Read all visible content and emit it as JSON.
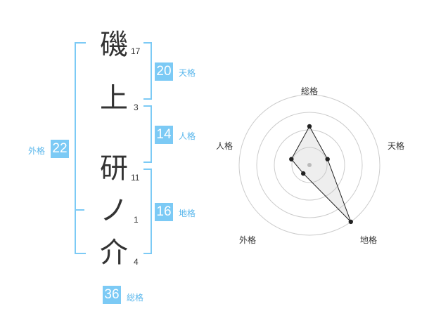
{
  "name": {
    "chars": [
      {
        "char": "磯",
        "strokes": "17"
      },
      {
        "char": "上",
        "strokes": "3"
      },
      {
        "char": "研",
        "strokes": "11"
      },
      {
        "char": "ノ",
        "strokes": "1"
      },
      {
        "char": "介",
        "strokes": "4"
      }
    ]
  },
  "fortune": {
    "tenkaku": {
      "value": "20",
      "label": "天格"
    },
    "jinkaku": {
      "value": "14",
      "label": "人格"
    },
    "chikaku": {
      "value": "16",
      "label": "地格"
    },
    "gaikaku": {
      "value": "22",
      "label": "外格"
    },
    "soukaku": {
      "value": "36",
      "label": "総格"
    }
  },
  "colors": {
    "accent": "#7ccaf5",
    "accent_text": "#5ab7ec"
  },
  "chart_data": {
    "type": "radar",
    "axes": [
      "総格",
      "天格",
      "地格",
      "外格",
      "人格"
    ],
    "values": [
      36,
      20,
      16,
      22,
      14
    ],
    "rings": 4,
    "max": 1
  },
  "radar_levels": [
    0.55,
    0.27,
    1.0,
    0.15,
    0.27
  ]
}
